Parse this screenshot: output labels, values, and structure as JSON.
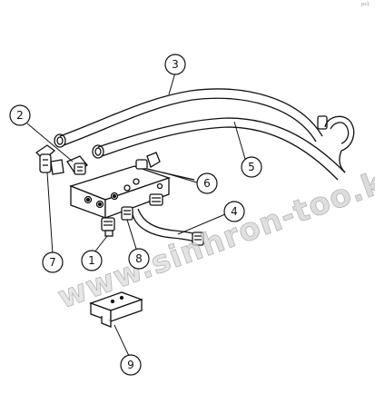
{
  "corner_mark": "ps1",
  "watermark": "www.sinhron-too.kz",
  "callouts": [
    "1",
    "2",
    "3",
    "4",
    "5",
    "6",
    "7",
    "8",
    "9"
  ]
}
